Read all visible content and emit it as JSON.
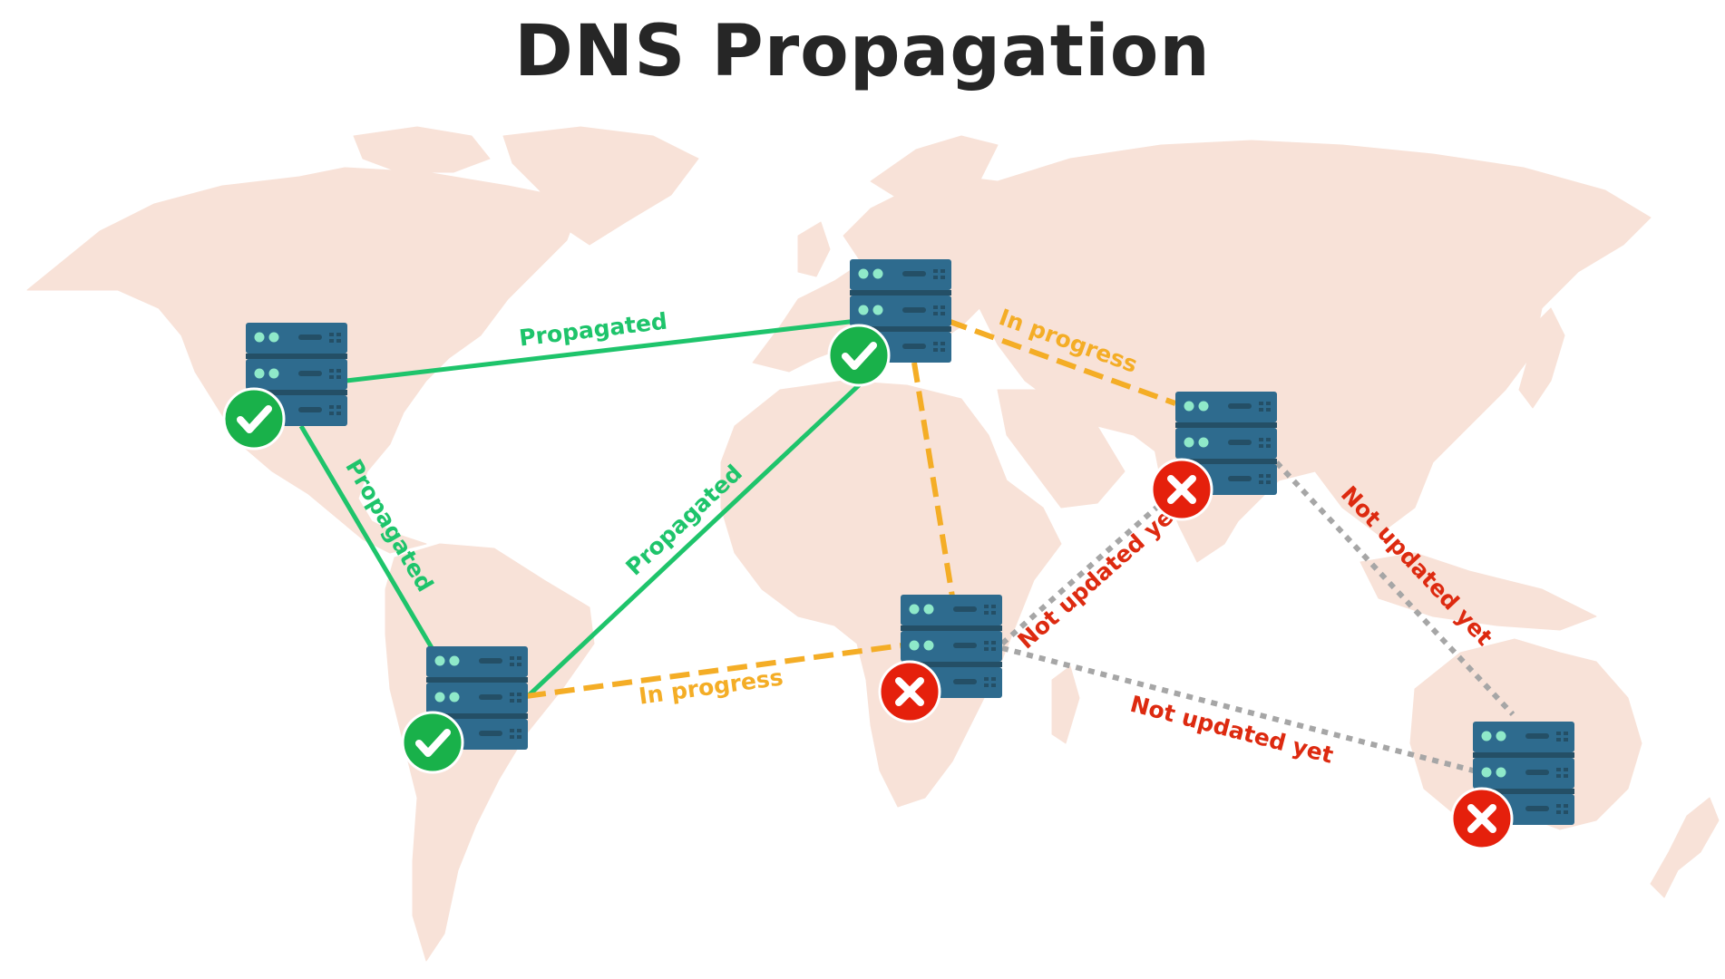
{
  "title": "DNS Propagation",
  "colors": {
    "map": "#f8e2d8",
    "propagated": "#1ec46b",
    "in_progress": "#f4ad26",
    "not_updated_line": "#a6a6a6",
    "not_updated_label": "#dd2a10",
    "server_body": "#2e6b8e",
    "server_dark": "#244f66",
    "server_light": "#8fe9c9",
    "check_badge": "#19b14a",
    "error_badge": "#e5200c"
  },
  "nodes": [
    {
      "id": "north-america",
      "status": "propagated",
      "icon": "check-icon"
    },
    {
      "id": "europe",
      "status": "propagated",
      "icon": "check-icon"
    },
    {
      "id": "south-america",
      "status": "propagated",
      "icon": "check-icon"
    },
    {
      "id": "asia",
      "status": "not-updated",
      "icon": "close-icon"
    },
    {
      "id": "africa",
      "status": "not-updated",
      "icon": "close-icon"
    },
    {
      "id": "australia",
      "status": "not-updated",
      "icon": "close-icon"
    }
  ],
  "links": [
    {
      "from": "north-america",
      "to": "europe",
      "status": "propagated",
      "label": "Propagated"
    },
    {
      "from": "north-america",
      "to": "south-america",
      "status": "propagated",
      "label": "Propagated"
    },
    {
      "from": "south-america",
      "to": "europe",
      "status": "propagated",
      "label": "Propagated"
    },
    {
      "from": "europe",
      "to": "asia",
      "status": "in-progress",
      "label": "In progress"
    },
    {
      "from": "europe",
      "to": "africa",
      "status": "in-progress",
      "label": ""
    },
    {
      "from": "south-america",
      "to": "africa",
      "status": "in-progress",
      "label": "In progress"
    },
    {
      "from": "africa",
      "to": "asia",
      "status": "not-updated",
      "label": "Not updated yet"
    },
    {
      "from": "asia",
      "to": "australia",
      "status": "not-updated",
      "label": "Not updated yet"
    },
    {
      "from": "africa",
      "to": "australia",
      "status": "not-updated",
      "label": "Not updated yet"
    }
  ]
}
